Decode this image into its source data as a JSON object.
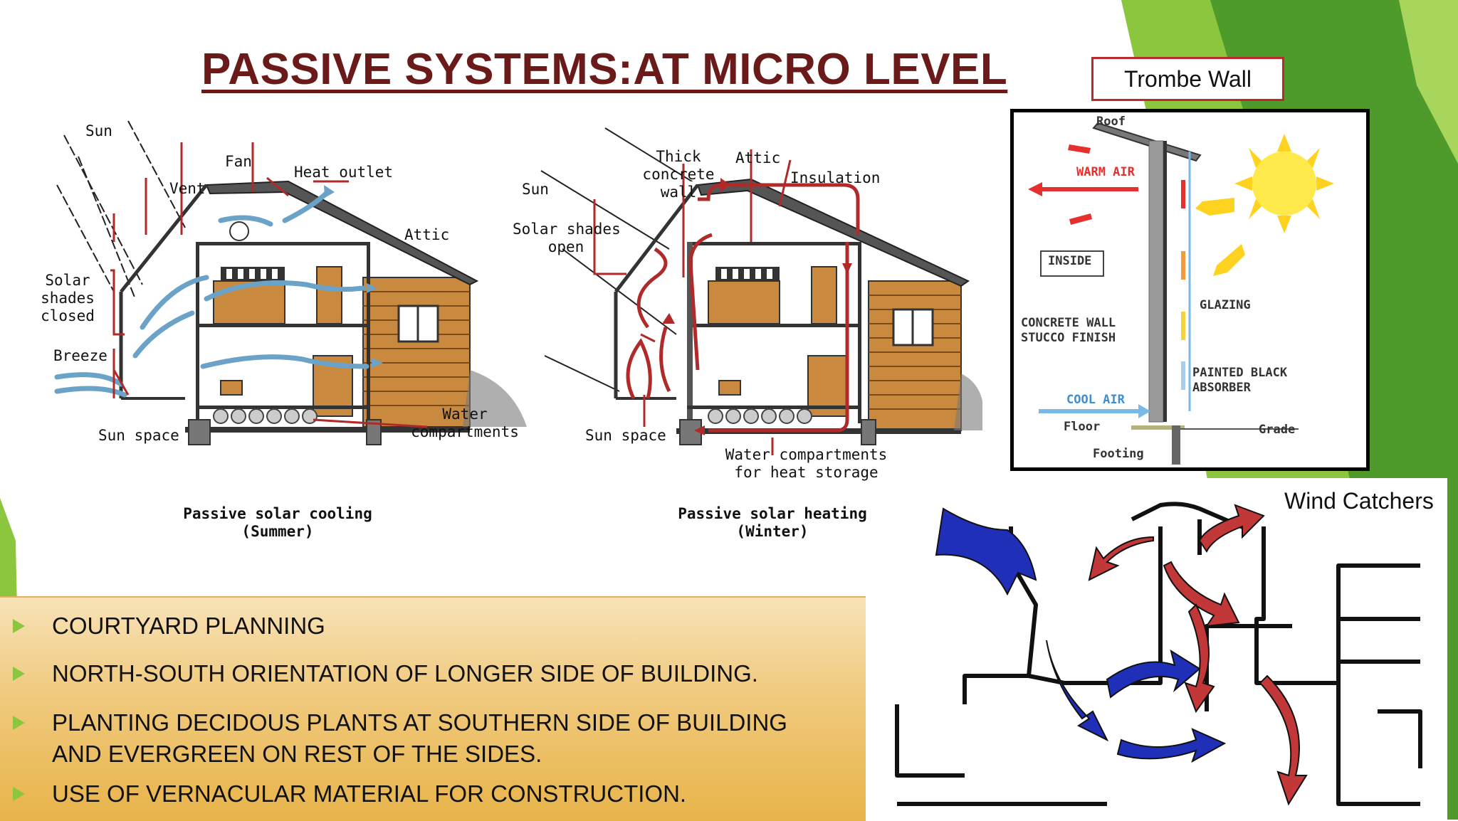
{
  "slide": {
    "title": "PASSIVE SYSTEMS:AT MICRO LEVEL"
  },
  "colors": {
    "title": "#6b1a1a",
    "green_light": "#8cc63e",
    "green_dark": "#4e9a2a",
    "bullet_box": "#f0c97c",
    "diagram_red": "#b02a2a",
    "arrow_blue": "#6aa2c8",
    "wind_blue": "#1f2fb8",
    "wind_red": "#c23838"
  },
  "cooling": {
    "labels": {
      "sun": "Sun",
      "fan": "Fan",
      "heat_outlet": "Heat outlet",
      "vent": "Vent",
      "attic": "Attic",
      "solar_shades": [
        "Solar",
        "shades",
        "closed"
      ],
      "breeze": "Breeze",
      "sun_space": "Sun space",
      "water": [
        "Water",
        "compartments"
      ]
    },
    "caption": [
      "Passive solar cooling",
      "(Summer)"
    ]
  },
  "heating": {
    "labels": {
      "thick_wall": [
        "Thick",
        "concrete",
        "wall"
      ],
      "attic": "Attic",
      "insulation": "Insulation",
      "sun": "Sun",
      "solar_shades": [
        "Solar shades",
        "open"
      ],
      "sun_space": "Sun space",
      "water": [
        "Water compartments",
        "for heat storage"
      ]
    },
    "caption": [
      "Passive solar heating",
      "(Winter)"
    ]
  },
  "trombe": {
    "title": "Trombe Wall",
    "labels": {
      "roof": "Roof",
      "warm_air": "WARM AIR",
      "inside": "INSIDE",
      "glazing": "GLAZING",
      "concrete_wall": [
        "CONCRETE WALL",
        "STUCCO FINISH"
      ],
      "absorber": [
        "PAINTED BLACK",
        "ABSORBER"
      ],
      "cool_air": "COOL AIR",
      "floor": "Floor",
      "grade": "Grade",
      "footing": "Footing"
    }
  },
  "wind": {
    "title": "Wind Catchers"
  },
  "bullets": [
    [
      "COURTYARD PLANNING"
    ],
    [
      "NORTH-SOUTH ORIENTATION OF LONGER SIDE OF BUILDING."
    ],
    [
      "PLANTING DECIDOUS PLANTS AT SOUTHERN SIDE OF BUILDING",
      "AND EVERGREEN ON REST OF THE SIDES."
    ],
    [
      "USE OF VERNACULAR MATERIAL FOR CONSTRUCTION."
    ]
  ]
}
